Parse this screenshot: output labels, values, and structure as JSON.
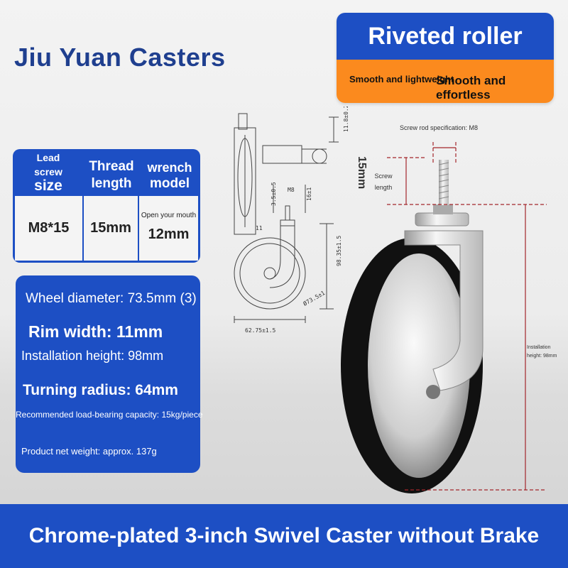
{
  "brand": "Jiu Yuan Casters",
  "banner": {
    "title": "Riveted roller",
    "sub_left": "Smooth and lightweight",
    "sub_right": "Smooth and effortless"
  },
  "spec_table": {
    "headers": [
      {
        "small_1": "Lead",
        "small_2": "screw",
        "big": "size"
      },
      {
        "line1": "Thread",
        "line2": "length"
      },
      {
        "line1": "wrench",
        "line2": "model"
      }
    ],
    "values": [
      "M8*15",
      "15mm",
      "12mm"
    ],
    "wrench_note": "Open your mouth"
  },
  "dimensions": {
    "wheel_diameter": "Wheel diameter: 73.5mm (3)",
    "rim_width": "Rim width: 11mm",
    "installation_height": "Installation height: 98mm",
    "turning_radius": "Turning radius: 64mm",
    "load_capacity": "Recommended load-bearing capacity: 15kg/piece",
    "net_weight": "Product net weight: approx. 137g"
  },
  "drawing_labels": {
    "top_right": "11.8±0.2",
    "m8": "M8",
    "h35": "3.5±0.5",
    "h16": "16±1",
    "h11": "11",
    "diameter": "Ø73.5±1",
    "height": "98.35±1.5",
    "width": "62.75±1.5"
  },
  "annotations": {
    "screw_spec": "Screw rod specification: M8",
    "screw_len_num": "15mm",
    "screw_len_label": "Screw length",
    "install_height": "Installation height: 98mm"
  },
  "footer": "Chrome-plated 3-inch Swivel Caster without Brake",
  "colors": {
    "blue": "#1d4fc4",
    "orange": "#fb8a1e",
    "dash_red": "#a3262b"
  }
}
